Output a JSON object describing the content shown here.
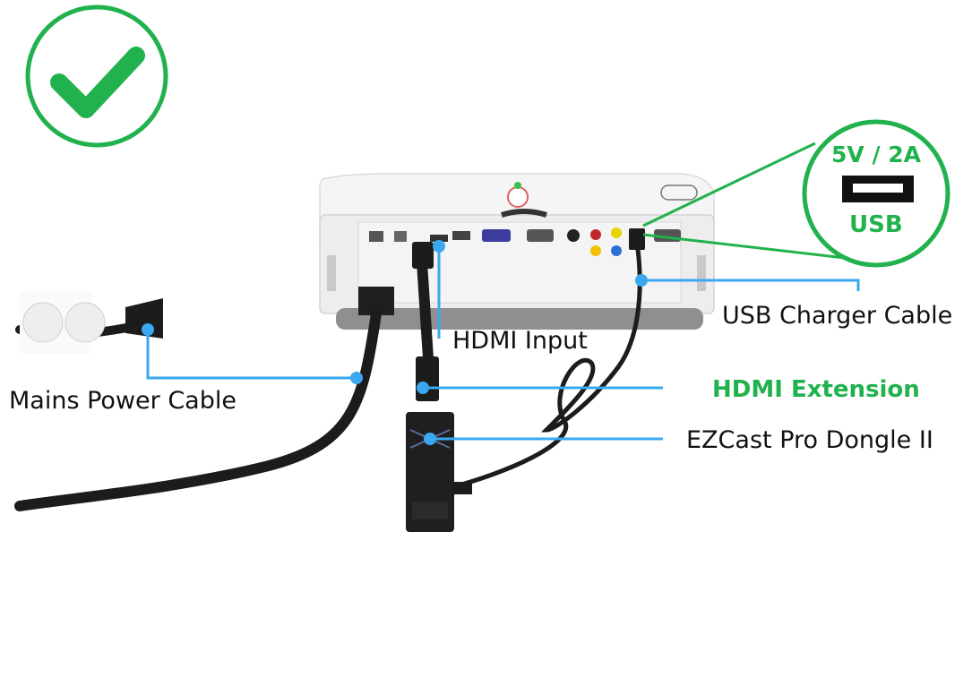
{
  "colors": {
    "accent_green": "#21b24d",
    "callout_blue": "#3aa8f0",
    "text": "#111111",
    "cable": "#1c1c1c",
    "projector": "#f1f1f1"
  },
  "icons": {
    "status": "checkmark-icon",
    "port": "usb-port-icon"
  },
  "callouts": {
    "usb_spec": {
      "rating": "5V / 2A",
      "port_label": "USB"
    },
    "hdmi_input": "HDMI Input",
    "usb_charger_cable": "USB Charger Cable",
    "mains_power_cable": "Mains Power Cable",
    "hdmi_extension": "HDMI Extension",
    "dongle": "EZCast Pro Dongle II"
  }
}
